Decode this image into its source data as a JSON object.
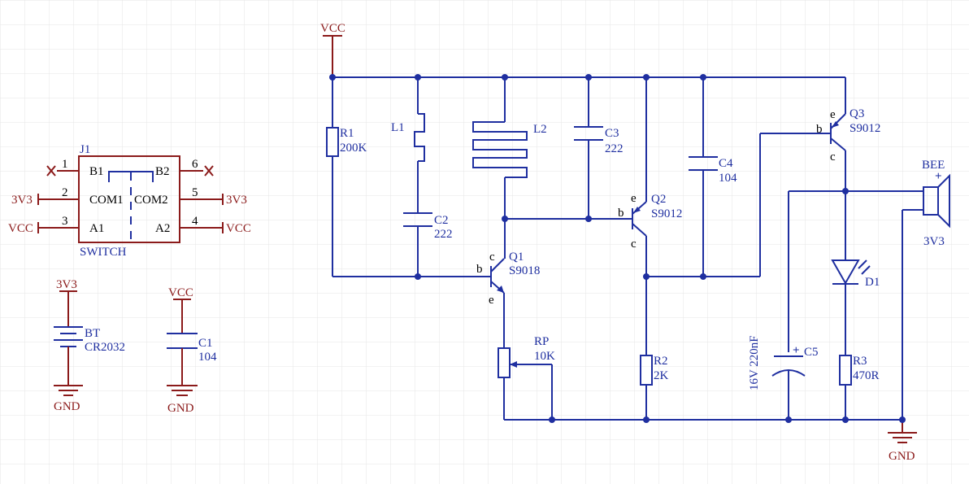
{
  "colors": {
    "wire": "#1f2fa0",
    "power": "#8b1a1a",
    "grid": "#e6e6e6",
    "switch_fill": "#ffffb0"
  },
  "labels": {
    "vcc": "VCC",
    "v3": "3V3",
    "gnd": "GND",
    "j1": {
      "ref": "J1",
      "value": "SWITCH",
      "pins": {
        "p1": "1",
        "p2": "2",
        "p3": "3",
        "p4": "4",
        "p5": "5",
        "p6": "6"
      },
      "names": {
        "b1": "B1",
        "b2": "B2",
        "com1": "COM1",
        "com2": "COM2",
        "a1": "A1",
        "a2": "A2"
      }
    },
    "bt": {
      "ref": "BT",
      "value": "CR2032"
    },
    "c1": {
      "ref": "C1",
      "value": "104"
    },
    "r1": {
      "ref": "R1",
      "value": "200K"
    },
    "l1": {
      "ref": "L1"
    },
    "l2": {
      "ref": "L2"
    },
    "c2": {
      "ref": "C2",
      "value": "222"
    },
    "c3": {
      "ref": "C3",
      "value": "222"
    },
    "c4": {
      "ref": "C4",
      "value": "104"
    },
    "c5": {
      "ref": "C5",
      "value": "16V 220nF",
      "plus": "+"
    },
    "q1": {
      "ref": "Q1",
      "value": "S9018",
      "b": "b",
      "c": "c",
      "e": "e"
    },
    "q2": {
      "ref": "Q2",
      "value": "S9012",
      "b": "b",
      "c": "c",
      "e": "e"
    },
    "q3": {
      "ref": "Q3",
      "value": "S9012",
      "b": "b",
      "c": "c",
      "e": "e"
    },
    "rp": {
      "ref": "RP",
      "value": "10K"
    },
    "r2": {
      "ref": "R2",
      "value": "2K"
    },
    "r3": {
      "ref": "R3",
      "value": "470R"
    },
    "d1": {
      "ref": "D1"
    },
    "bee": {
      "ref": "BEE",
      "value": "3V3",
      "plus": "+"
    }
  }
}
